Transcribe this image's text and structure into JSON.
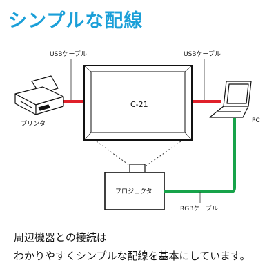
{
  "title": "シンプルな配線",
  "labels": {
    "usb_left": "USBケーブル",
    "usb_right": "USBケーブル",
    "board": "C-21",
    "printer": "プリンタ",
    "pc": "PC",
    "projector": "プロジェクタ",
    "rgb_cable": "RGBケーブル"
  },
  "description": {
    "line1": "周辺機器との接続は",
    "line2": "わかりやすくシンプルな配線を基本にしています。"
  },
  "colors": {
    "title": "#1a9fd8",
    "usb_cable": "#e0202a",
    "rgb_cable": "#17a34a"
  }
}
